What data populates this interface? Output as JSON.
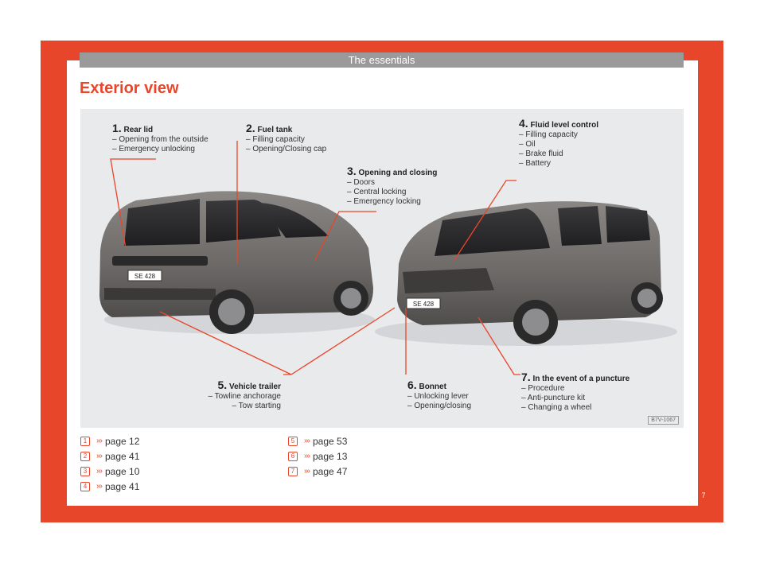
{
  "header": {
    "title": "The essentials"
  },
  "section_title": "Exterior view",
  "figure": {
    "code": "B7V-1067",
    "callouts": [
      {
        "num": "1.",
        "head": "Rear lid",
        "items": [
          "– Opening from the outside",
          "– Emergency unlocking"
        ]
      },
      {
        "num": "2.",
        "head": "Fuel tank",
        "items": [
          "– Filling capacity",
          "– Opening/Closing cap"
        ]
      },
      {
        "num": "3.",
        "head": "Opening and closing",
        "items": [
          "– Doors",
          "– Central locking",
          "– Emergency locking"
        ]
      },
      {
        "num": "4.",
        "head": "Fluid level control",
        "items": [
          "– Filling capacity",
          "– Oil",
          "– Brake fluid",
          "– Battery"
        ]
      },
      {
        "num": "5.",
        "head": "Vehicle trailer",
        "items": [
          "– Towline anchorage",
          "– Tow starting"
        ]
      },
      {
        "num": "6.",
        "head": "Bonnet",
        "items": [
          "– Unlocking lever",
          "– Opening/closing"
        ]
      },
      {
        "num": "7.",
        "head": "In the event of a puncture",
        "items": [
          "– Procedure",
          "– Anti-puncture kit",
          "– Changing a wheel"
        ]
      }
    ],
    "rear_plate": "SE 428",
    "front_plate": "SE 428"
  },
  "references": [
    {
      "num": "1",
      "text": "page 12"
    },
    {
      "num": "2",
      "text": "page 41"
    },
    {
      "num": "3",
      "text": "page 10"
    },
    {
      "num": "4",
      "text": "page 41"
    },
    {
      "num": "5",
      "text": "page 53"
    },
    {
      "num": "6",
      "text": "page 13"
    },
    {
      "num": "7",
      "text": "page 47"
    }
  ],
  "reference_arrows": "›››",
  "page_number": "7",
  "colors": {
    "accent": "#e8462a",
    "header_bar": "#9a9a9a",
    "figure_bg": "#e9eaec",
    "car_body": "#6e6b68"
  }
}
